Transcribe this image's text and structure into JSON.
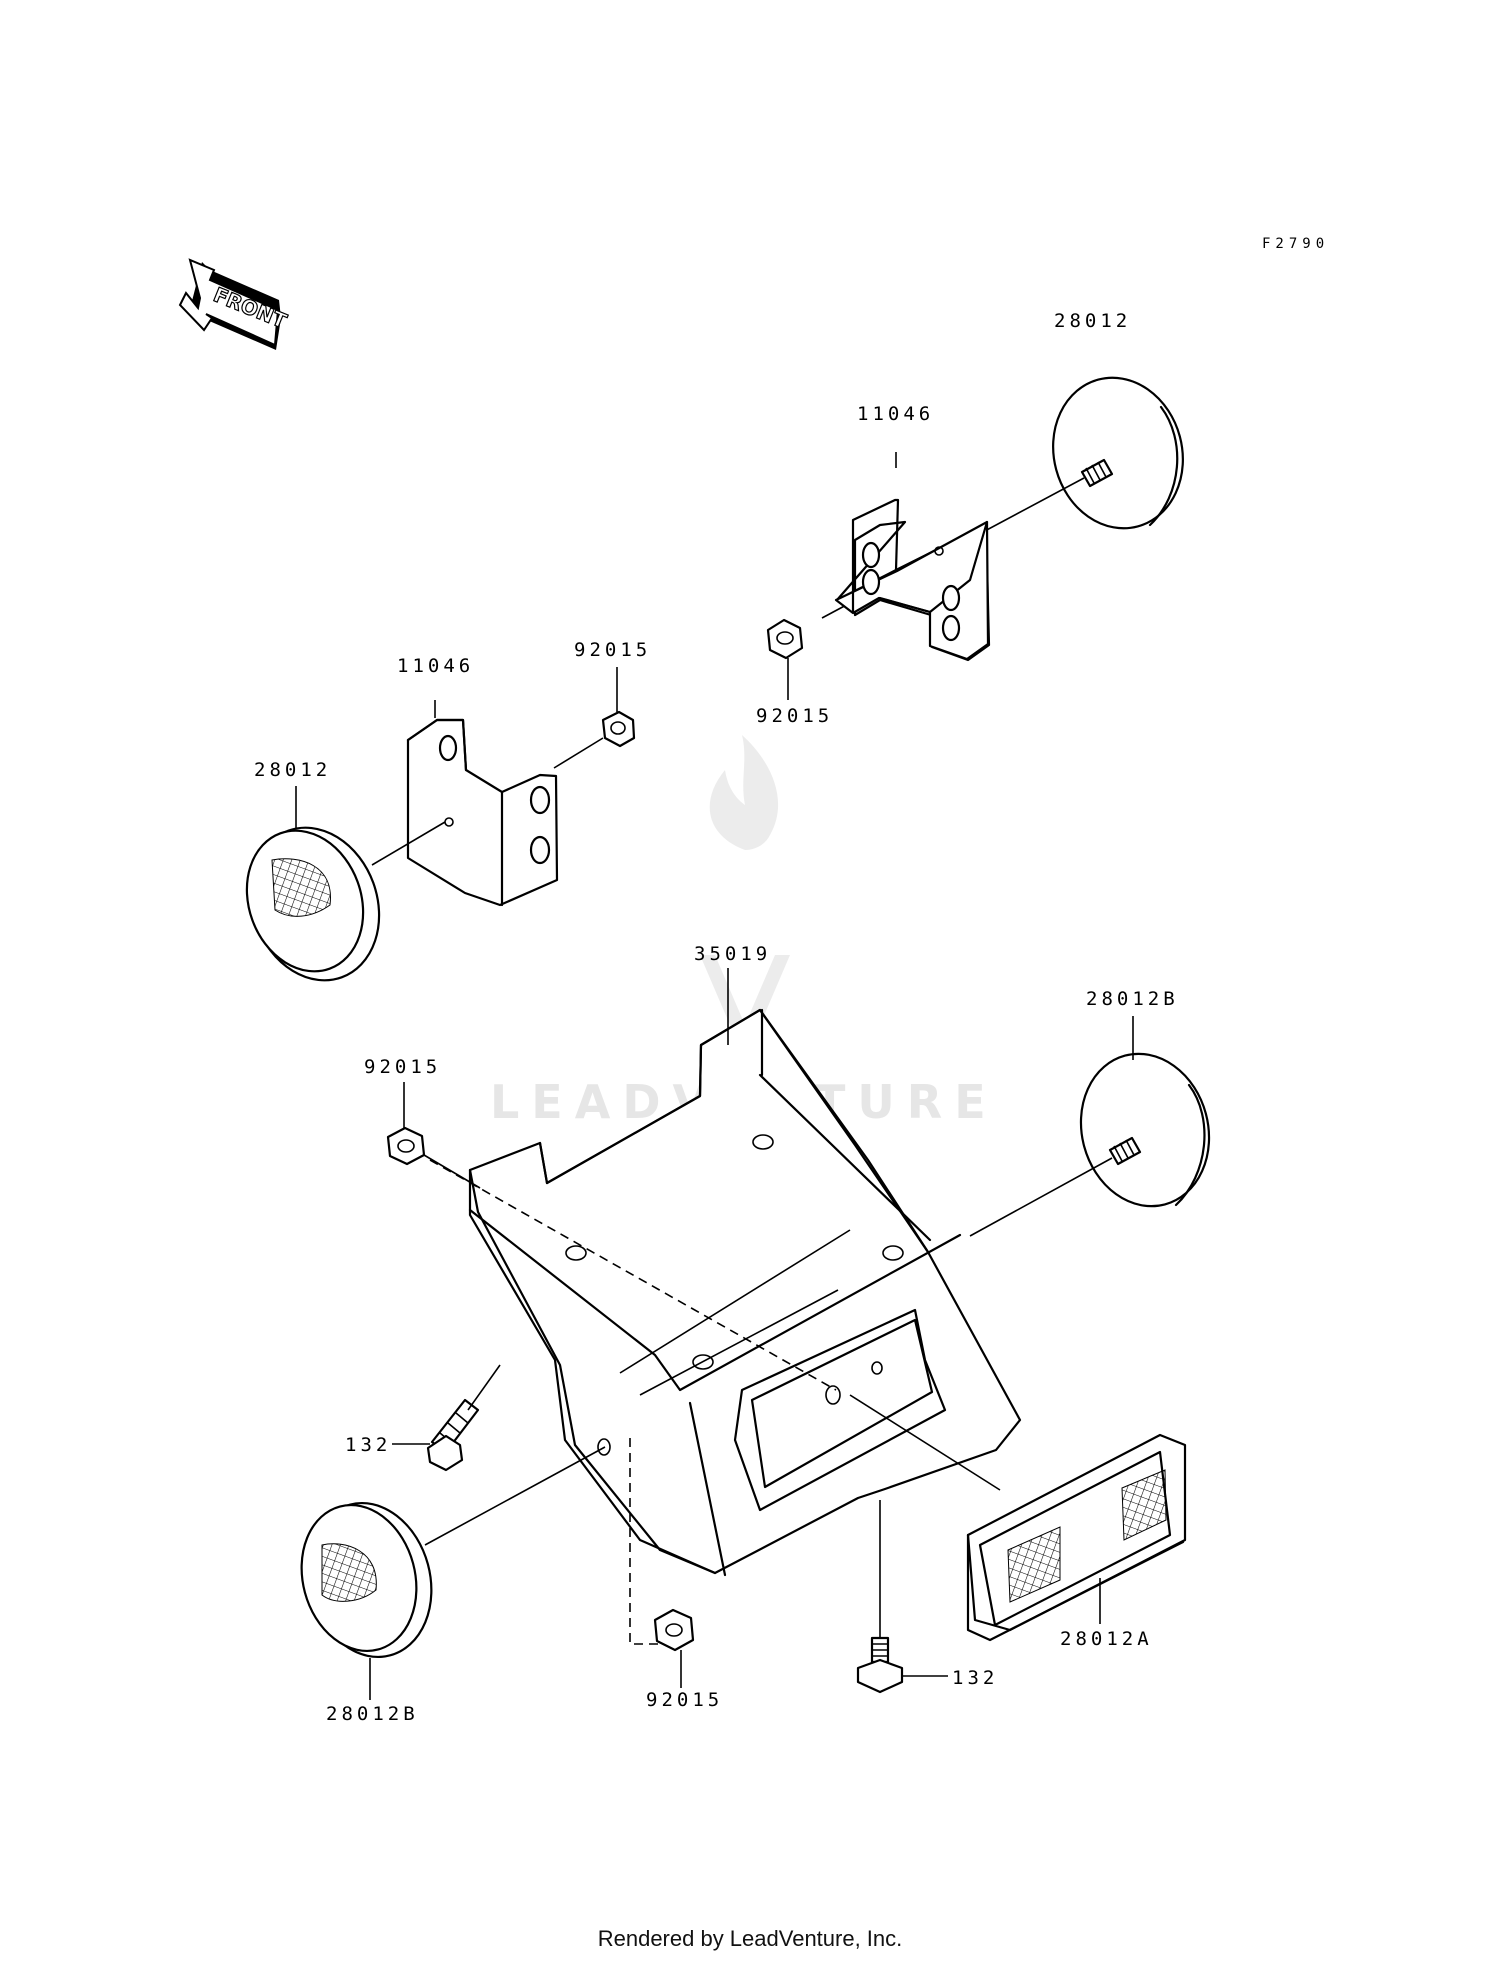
{
  "diagram": {
    "code": "F2790",
    "front_arrow": "FRONT",
    "watermark": "LEADVENTURE",
    "labels": {
      "l_28012_top": "28012",
      "l_11046_top": "11046",
      "l_92015_top": "92015",
      "l_11046_left": "11046",
      "l_92015_left": "92015",
      "l_28012_left": "28012",
      "l_35019": "35019",
      "l_28012b_right": "28012B",
      "l_92015_mid": "92015",
      "l_132_left": "132",
      "l_28012b_bottom": "28012B",
      "l_92015_bottom": "92015",
      "l_132_bottom": "132",
      "l_28012a": "28012A"
    }
  },
  "footer": {
    "text": "Rendered by LeadVenture, Inc."
  }
}
